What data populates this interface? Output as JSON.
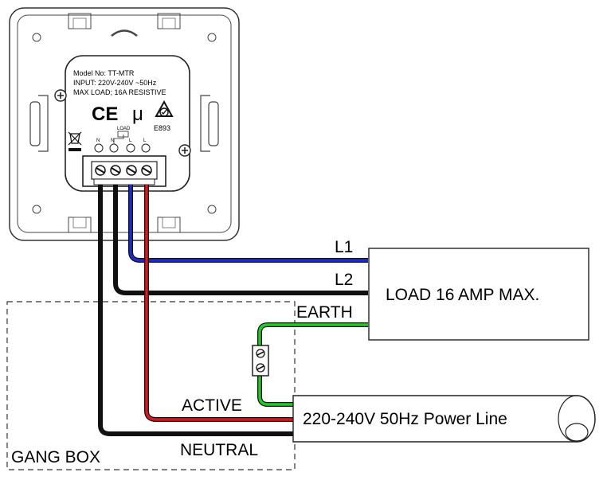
{
  "device": {
    "model": "Model No: TT-MTR",
    "input": "INPUT: 220V-240V ~50Hz",
    "max_load": "MAX LOAD; 16A RESISTIVE",
    "ce_mark": "CE",
    "mu_mark": "μ",
    "rcm_code": "E893",
    "load_tag": "LOAD",
    "terminal_labels": [
      "N",
      "N",
      "L",
      "L"
    ]
  },
  "wires": {
    "l1": "L1",
    "l2": "L2",
    "earth": "EARTH",
    "active": "ACTIVE",
    "neutral": "NEUTRAL"
  },
  "load_box": {
    "label": "LOAD 16 AMP MAX."
  },
  "power_line": {
    "label": "220-240V 50Hz Power Line"
  },
  "gang_box": {
    "label": "GANG BOX"
  },
  "colors": {
    "blue_wire": "#1a2bd6",
    "black_wire": "#111111",
    "red_wire": "#e0141a",
    "green_wire": "#22cc22"
  }
}
